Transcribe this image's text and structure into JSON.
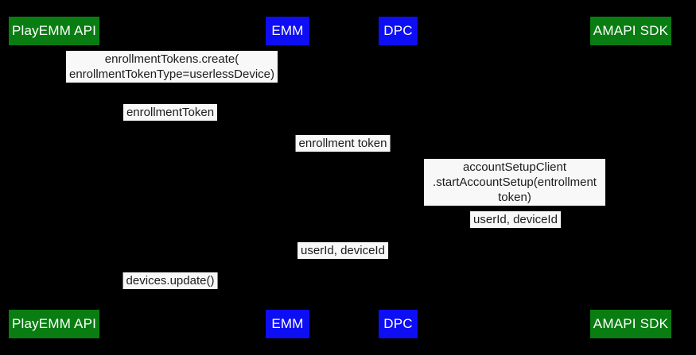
{
  "diagram_type": "sequence-diagram",
  "colors": {
    "background": "#000000",
    "actor_green": "#097d11",
    "actor_blue": "#0e0ef5",
    "message_bg": "#f8f8f8",
    "message_text": "#1c1c1c",
    "actor_text": "#ffffff"
  },
  "actors": {
    "playemm_api": "PlayEMM API",
    "emm": "EMM",
    "dpc": "DPC",
    "amapi_sdk": "AMAPI SDK"
  },
  "messages": {
    "m1": "enrollmentTokens.create(\nenrollmentTokenType=userlessDevice)",
    "m2": "enrollmentToken",
    "m3": "enrollment token",
    "m4": "accountSetupClient\n.startAccountSetup(entrollment token)",
    "m5": "userId, deviceId",
    "m6": "userId, deviceId",
    "m7": "devices.update()"
  }
}
